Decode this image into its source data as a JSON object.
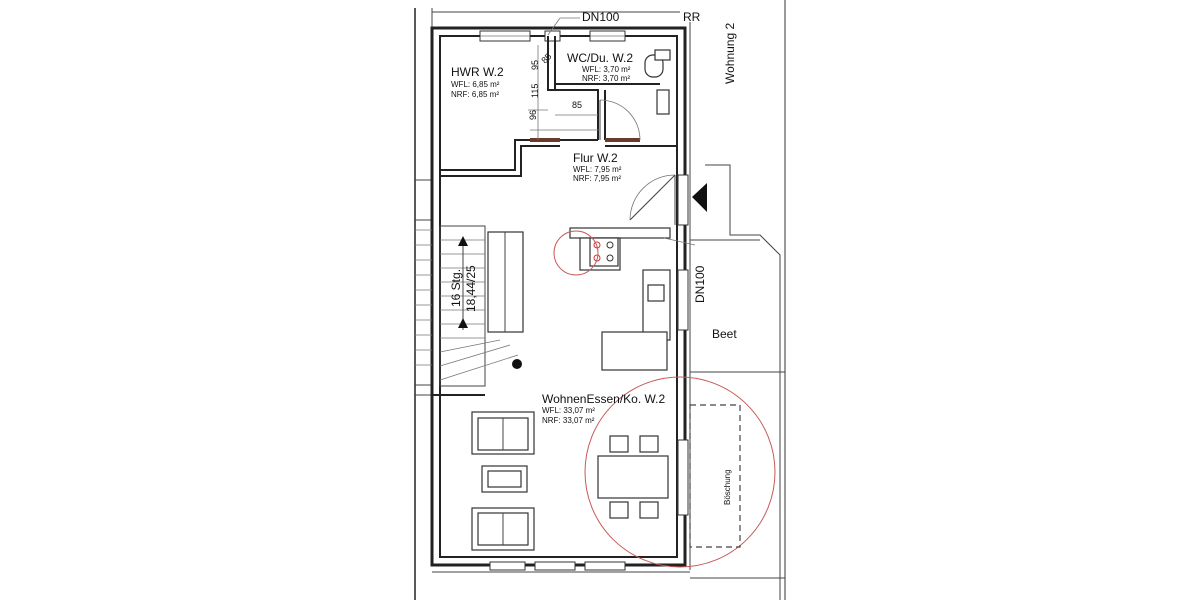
{
  "rooms": {
    "hwr": {
      "name": "HWR W.2",
      "wfl": "WFL: 6,85 m²",
      "nrf": "NRF: 6,85 m²"
    },
    "wc": {
      "name": "WC/Du. W.2",
      "wfl": "WFL: 3,70 m²",
      "nrf": "NRF: 3,70 m²"
    },
    "flur": {
      "name": "Flur W.2",
      "wfl": "WFL: 7,95 m²",
      "nrf": "NRF: 7,95 m²"
    },
    "wohnen": {
      "name": "WohnenEssen/Ko. W.2",
      "wfl": "WFL: 33,07 m²",
      "nrf": "NRF: 33,07 m²"
    }
  },
  "labels": {
    "dn100_top": "DN100",
    "rr": "RR",
    "wohnung": "Wohnung 2",
    "dn100_side": "DN100",
    "beet": "Beet",
    "boeschung": "Böschung",
    "stair_count": "16 Stg.",
    "stair_ratio": "18,44/25"
  },
  "dims": {
    "d95": "95",
    "d85top": "85",
    "d115": "115",
    "d96": "96",
    "d85": "85"
  },
  "colors": {
    "wall": "#222222",
    "marker_circle": "#c65a5a",
    "door_brown": "#6b3a2a"
  }
}
